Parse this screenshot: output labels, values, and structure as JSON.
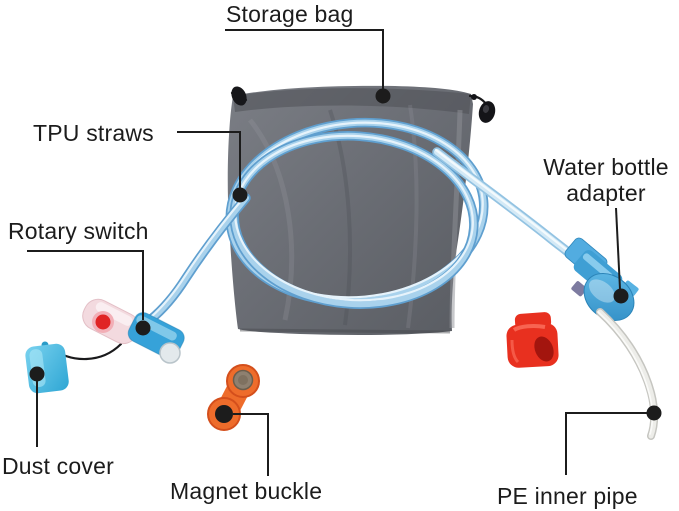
{
  "callouts": {
    "storage_bag": {
      "label": "Storage bag"
    },
    "tpu_straws": {
      "label": "TPU straws"
    },
    "rotary_switch": {
      "label": "Rotary switch"
    },
    "water_bottle_adapter": {
      "label_line1": "Water bottle",
      "label_line2": "adapter"
    },
    "dust_cover": {
      "label": "Dust cover"
    },
    "magnet_buckle": {
      "label": "Magnet buckle"
    },
    "pe_inner_pipe": {
      "label": "PE inner pipe"
    }
  },
  "colors": {
    "background": "#ffffff",
    "ink": "#1c1c1c",
    "bag-gray": "#6b6e75",
    "bag-gray-dark": "#505258",
    "bag-gray-light": "#888b92",
    "tube-blue-edge": "#5f9fcf",
    "tube-blue": "#a9d2ec",
    "tube-highlight": "#e6f3fb",
    "part-blue": "#36a2d9",
    "dust-cover-blue": "#4fc0e6",
    "buckle-orange": "#ee6c2b",
    "buckle-orange-dark": "#d44f1c",
    "magnet-gray": "#8e8070",
    "gasket-red": "#e8301f",
    "gasket-red-dark": "#9b130c",
    "adapter-blue": "#3f9fd4",
    "mouthpiece-pink": "#f3dadf",
    "valve-red": "#e02424",
    "pipe-white": "#edede9",
    "pipe-gray": "#c6c6c1"
  }
}
